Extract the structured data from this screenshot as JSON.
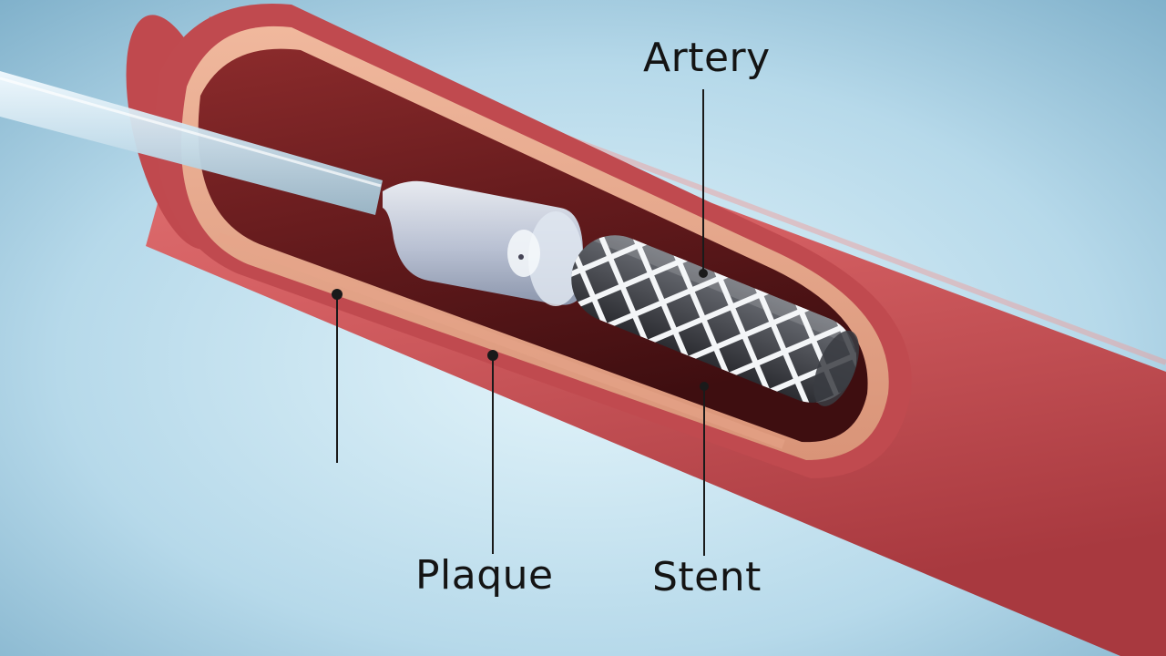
{
  "labels": {
    "artery": "Artery",
    "plaque": "Plaque",
    "stent": "Stent"
  },
  "colors": {
    "background_center": "#dcf0f8",
    "background_edge": "#7fb2cc",
    "artery_wall": "#d86466",
    "artery_wall_dark": "#a93d43",
    "plaque_layer": "#e5a589",
    "lumen_dark": "#5a1616",
    "stent_mesh": "#f2f4f6",
    "catheter": "#cfe3ef",
    "label_text": "#141414",
    "leader_line": "#1a1a1a"
  },
  "icons": {
    "catheter": "catheter-tube-icon",
    "balloon": "balloon-icon",
    "stent": "mesh-stent-icon"
  }
}
